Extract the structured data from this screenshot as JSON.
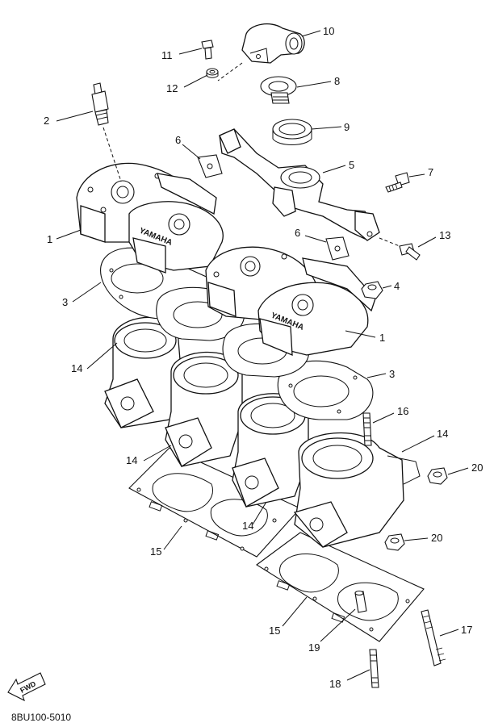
{
  "diagram_code": "8BU100-5010",
  "fwd_label": "FWD",
  "brand_mark": "YAMAHA",
  "callouts": {
    "c1a": "1",
    "c1b": "1",
    "c2": "2",
    "c3a": "3",
    "c3b": "3",
    "c4": "4",
    "c5": "5",
    "c6a": "6",
    "c6b": "6",
    "c7": "7",
    "c8": "8",
    "c9": "9",
    "c10": "10",
    "c11": "11",
    "c12": "12",
    "c13": "13",
    "c14a": "14",
    "c14b": "14",
    "c14c": "14",
    "c14d": "14",
    "c15a": "15",
    "c15b": "15",
    "c16": "16",
    "c17": "17",
    "c18": "18",
    "c19": "19",
    "c20a": "20",
    "c20b": "20"
  }
}
